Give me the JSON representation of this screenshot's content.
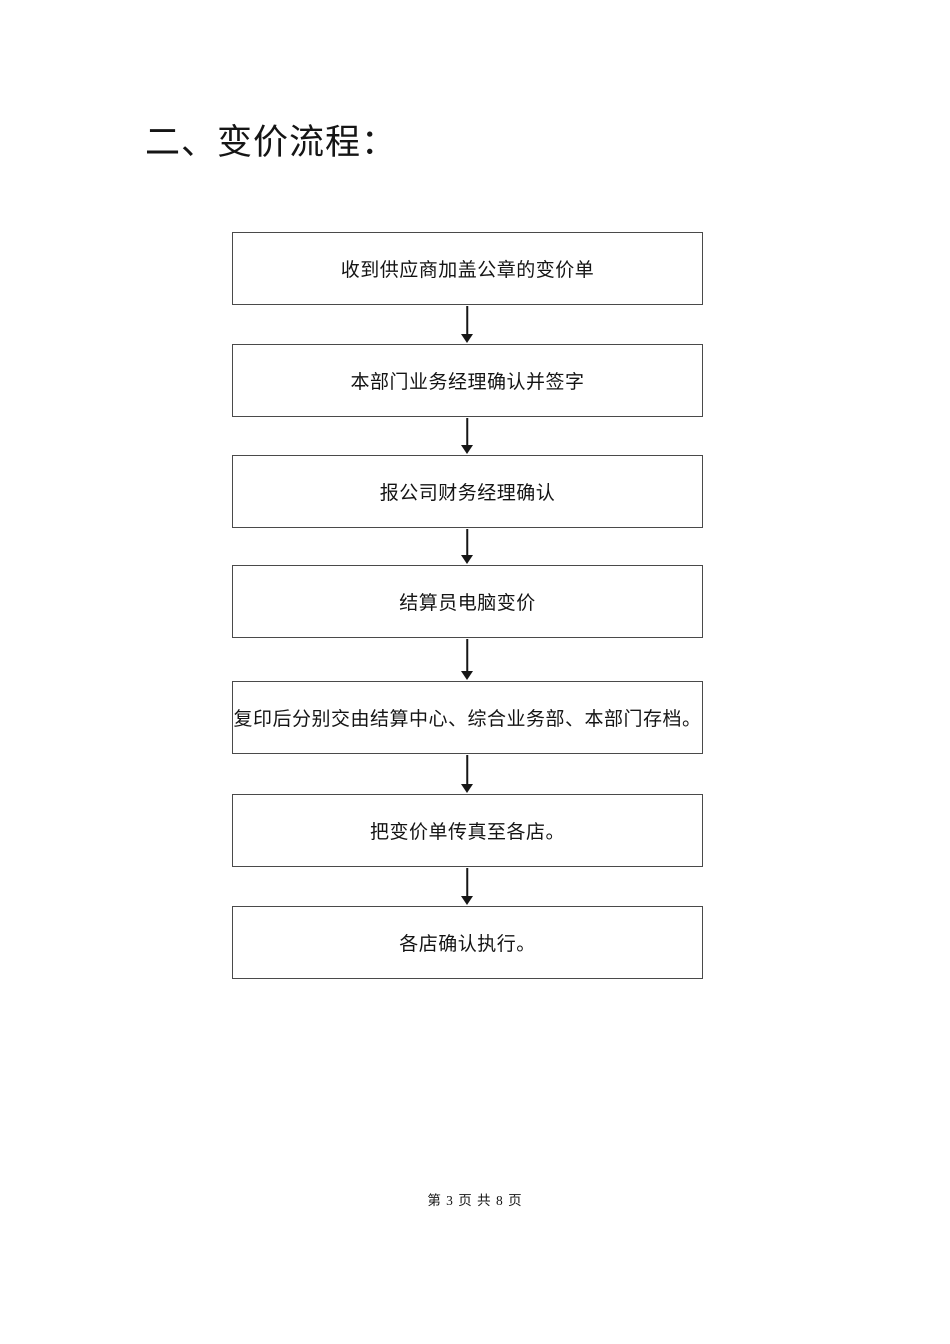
{
  "page": {
    "title": "二、变价流程：",
    "footer": "第 3 页 共 8 页"
  },
  "flow": {
    "steps": [
      {
        "label": "收到供应商加盖公章的变价单"
      },
      {
        "label": "本部门业务经理确认并签字"
      },
      {
        "label": "报公司财务经理确认"
      },
      {
        "label": "结算员电脑变价"
      },
      {
        "label": "复印后分别交由结算中心、综合业务部、本部门存档。"
      },
      {
        "label": "把变价单传真至各店。"
      },
      {
        "label": "各店确认执行。"
      }
    ]
  },
  "colors": {
    "page_bg": "#ffffff",
    "text": "#141414",
    "box_border": "#4a4a4a",
    "arrow": "#161616"
  }
}
